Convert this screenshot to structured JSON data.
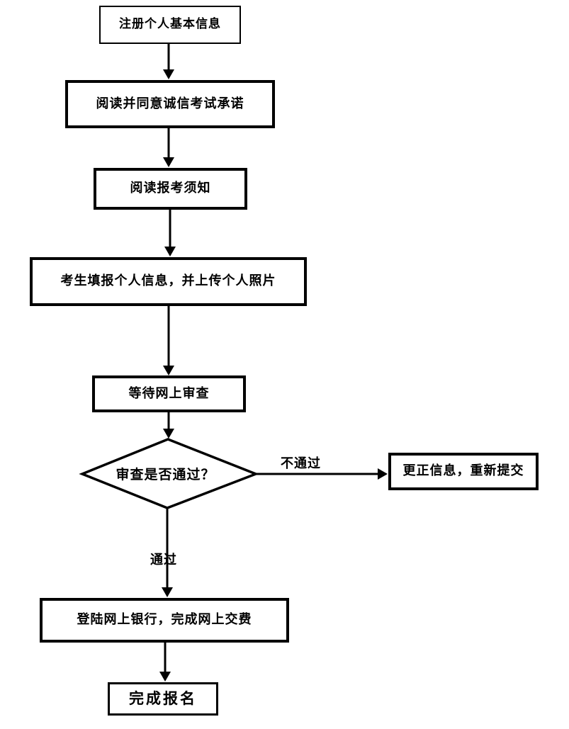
{
  "flowchart": {
    "nodes": [
      {
        "id": "register",
        "type": "process",
        "label": "注册个人基本信息"
      },
      {
        "id": "agree-commitment",
        "type": "process",
        "label": "阅读并同意诚信考试承诺"
      },
      {
        "id": "read-notice",
        "type": "process",
        "label": "阅读报考须知"
      },
      {
        "id": "fill-info",
        "type": "process",
        "label": "考生填报个人信息，并上传个人照片"
      },
      {
        "id": "wait-review",
        "type": "process",
        "label": "等待网上审查"
      },
      {
        "id": "review-decision",
        "type": "decision",
        "label": "审查是否通过？"
      },
      {
        "id": "correct-resubmit",
        "type": "process",
        "label": "更正信息，重新提交"
      },
      {
        "id": "online-payment",
        "type": "process",
        "label": "登陆网上银行，完成网上交费"
      },
      {
        "id": "finish",
        "type": "process",
        "label": "完成报名"
      }
    ],
    "edge_labels": {
      "fail": "不通过",
      "pass": "通过"
    },
    "colors": {
      "line": "#000000",
      "box_border": "#000000",
      "text": "#000000",
      "background": "#ffffff"
    }
  }
}
